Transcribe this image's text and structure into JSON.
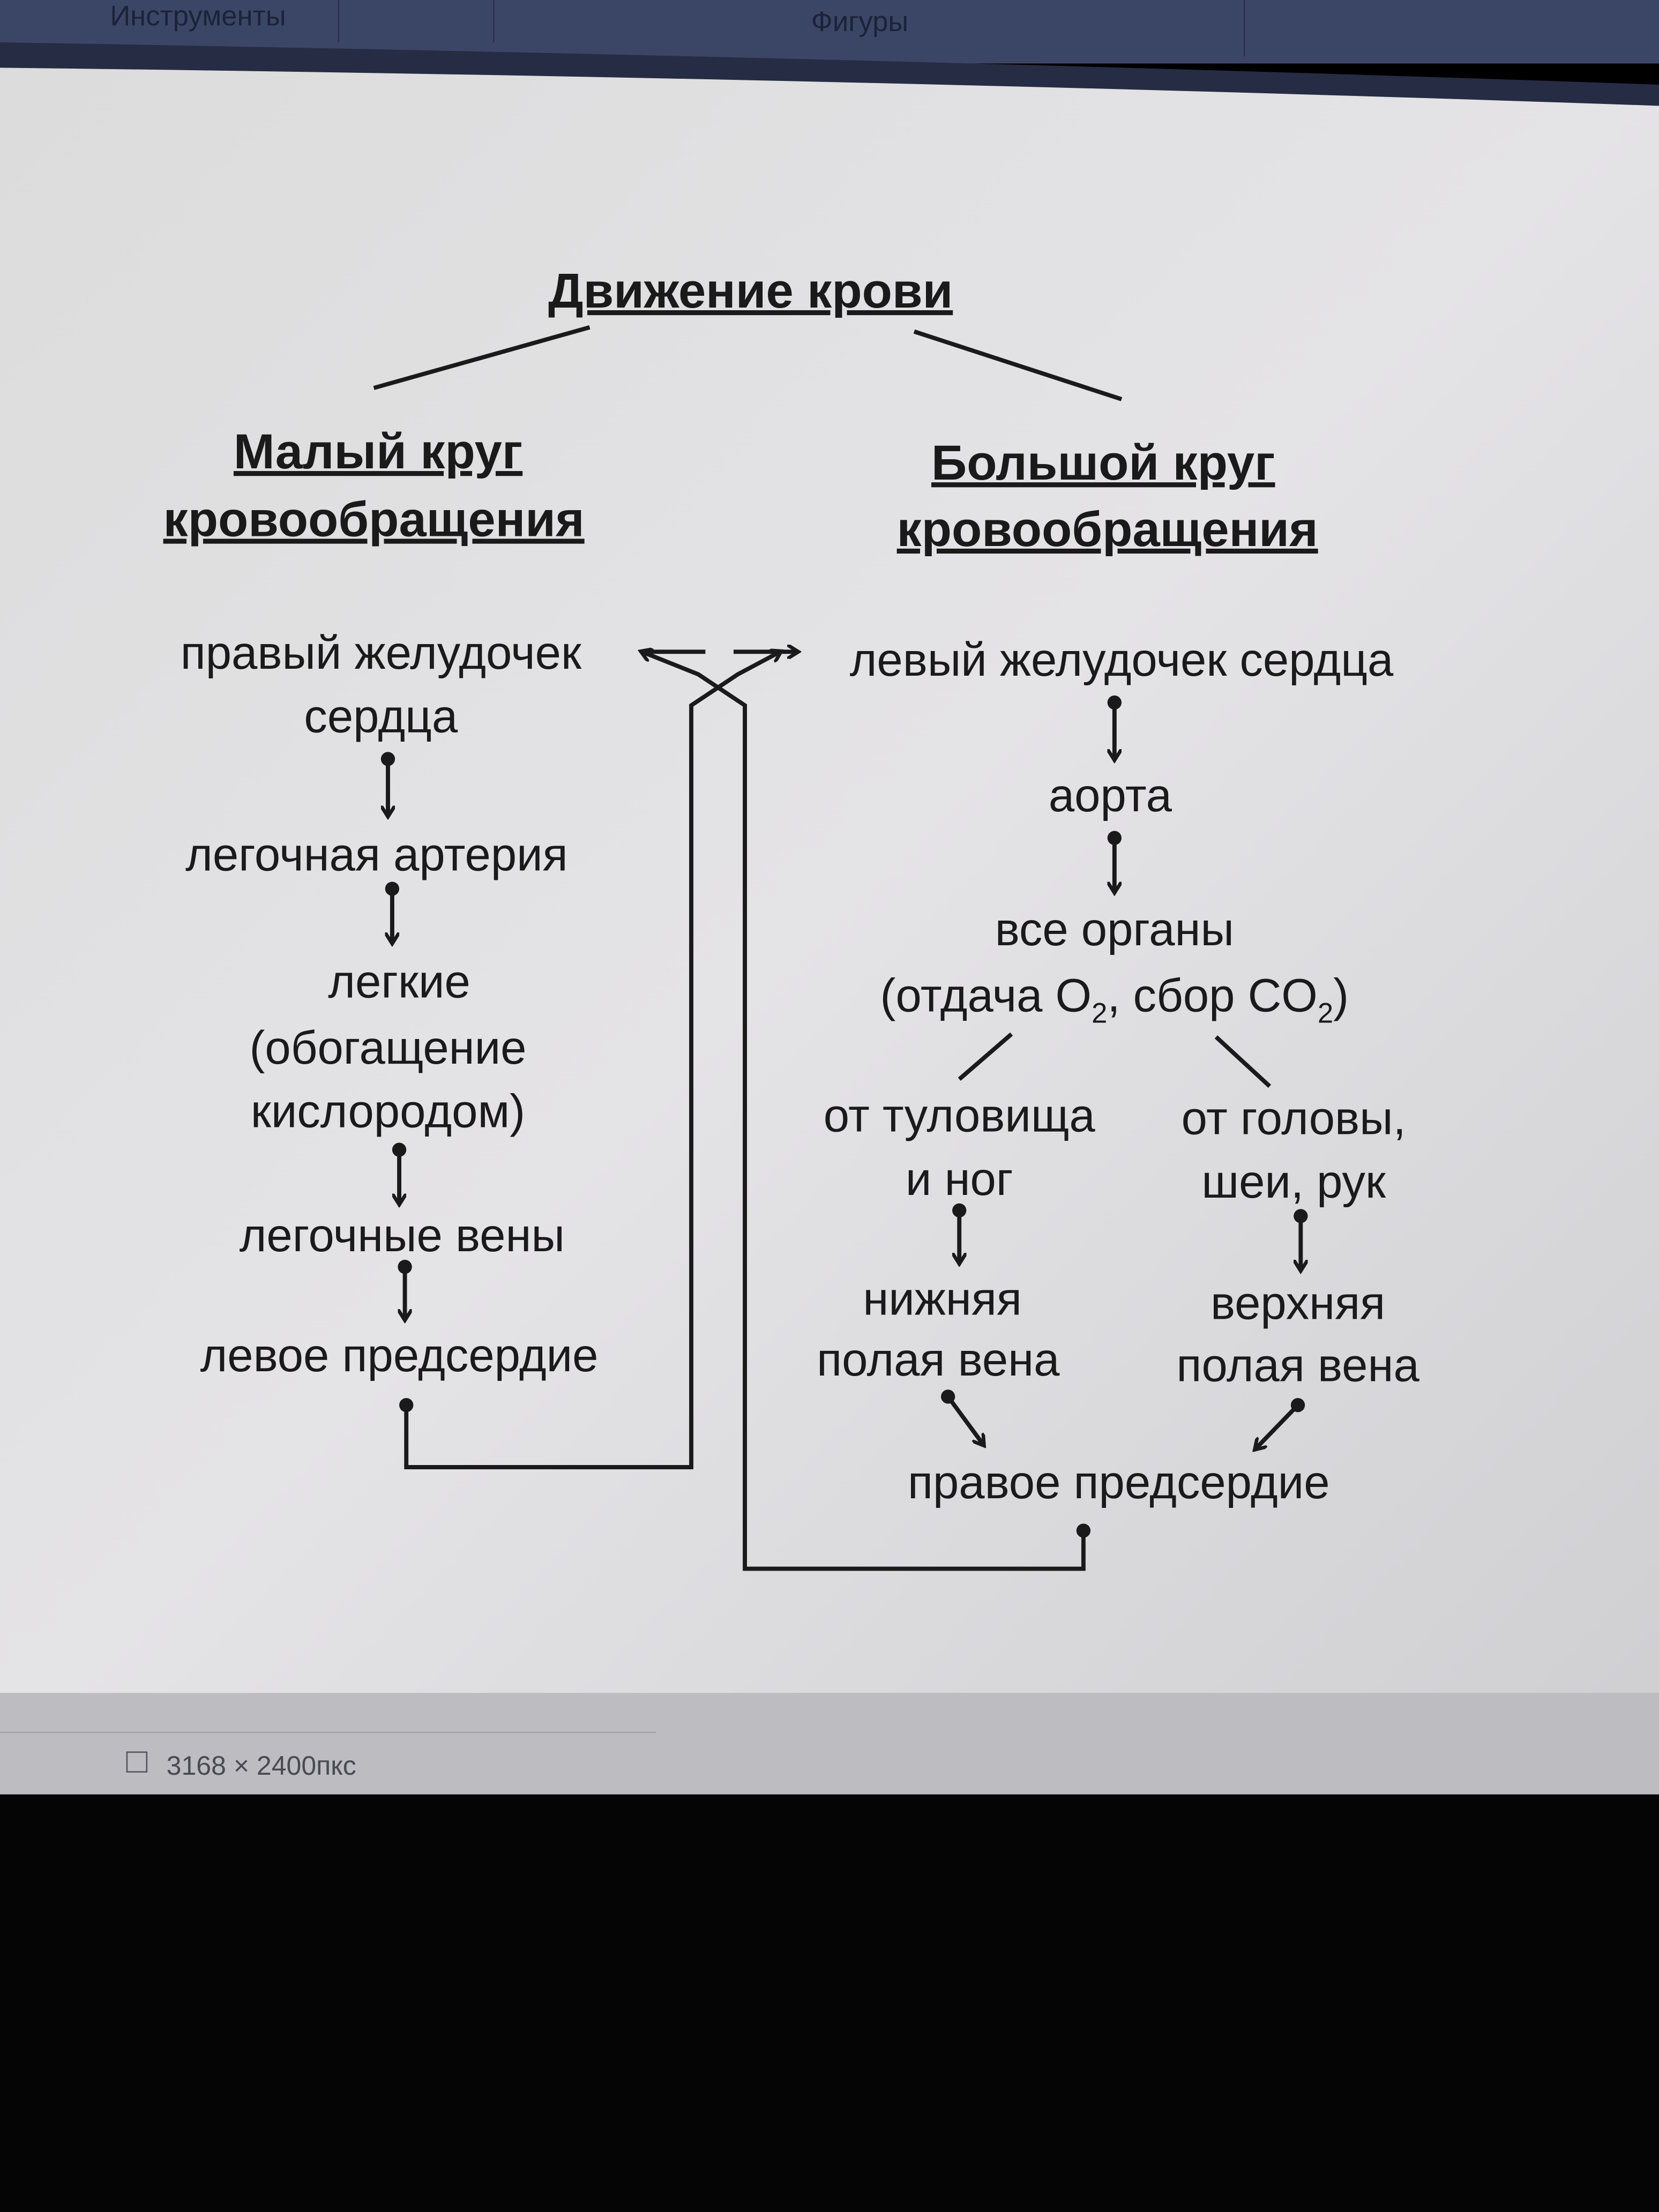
{
  "toolbar": {
    "groups": [
      "Инструменты",
      "Фигуры"
    ]
  },
  "diagram": {
    "title": "Движение крови",
    "pulmonary": {
      "heading": [
        "Малый круг",
        "кровообращения"
      ],
      "steps": [
        [
          "правый желудочек",
          "сердца"
        ],
        [
          "легочная артерия"
        ],
        [
          "легкие",
          "(обогащение",
          "кислородом)"
        ],
        [
          "легочные вены"
        ],
        [
          "левое предсердие"
        ]
      ]
    },
    "systemic": {
      "heading": [
        "Большой круг",
        "кровообращения"
      ],
      "left_ventricle": "левый желудочек сердца",
      "aorta": "аорта",
      "organs": "все органы",
      "organs_note": {
        "a": "(отдача O",
        "b": "2",
        "c": ", сбор CO",
        "d": "2",
        "e": ")"
      },
      "lower_branch": {
        "from": [
          "от туловища",
          "и ног"
        ],
        "vein": [
          "нижняя",
          "полая вена"
        ]
      },
      "upper_branch": {
        "from": [
          "от головы,",
          "шеи, рук"
        ],
        "vein": [
          "верхняя",
          "полая вена"
        ]
      },
      "right_atrium": "правое предсердие"
    }
  },
  "statusbar": {
    "dimensions": "3168 × 2400пкс"
  }
}
